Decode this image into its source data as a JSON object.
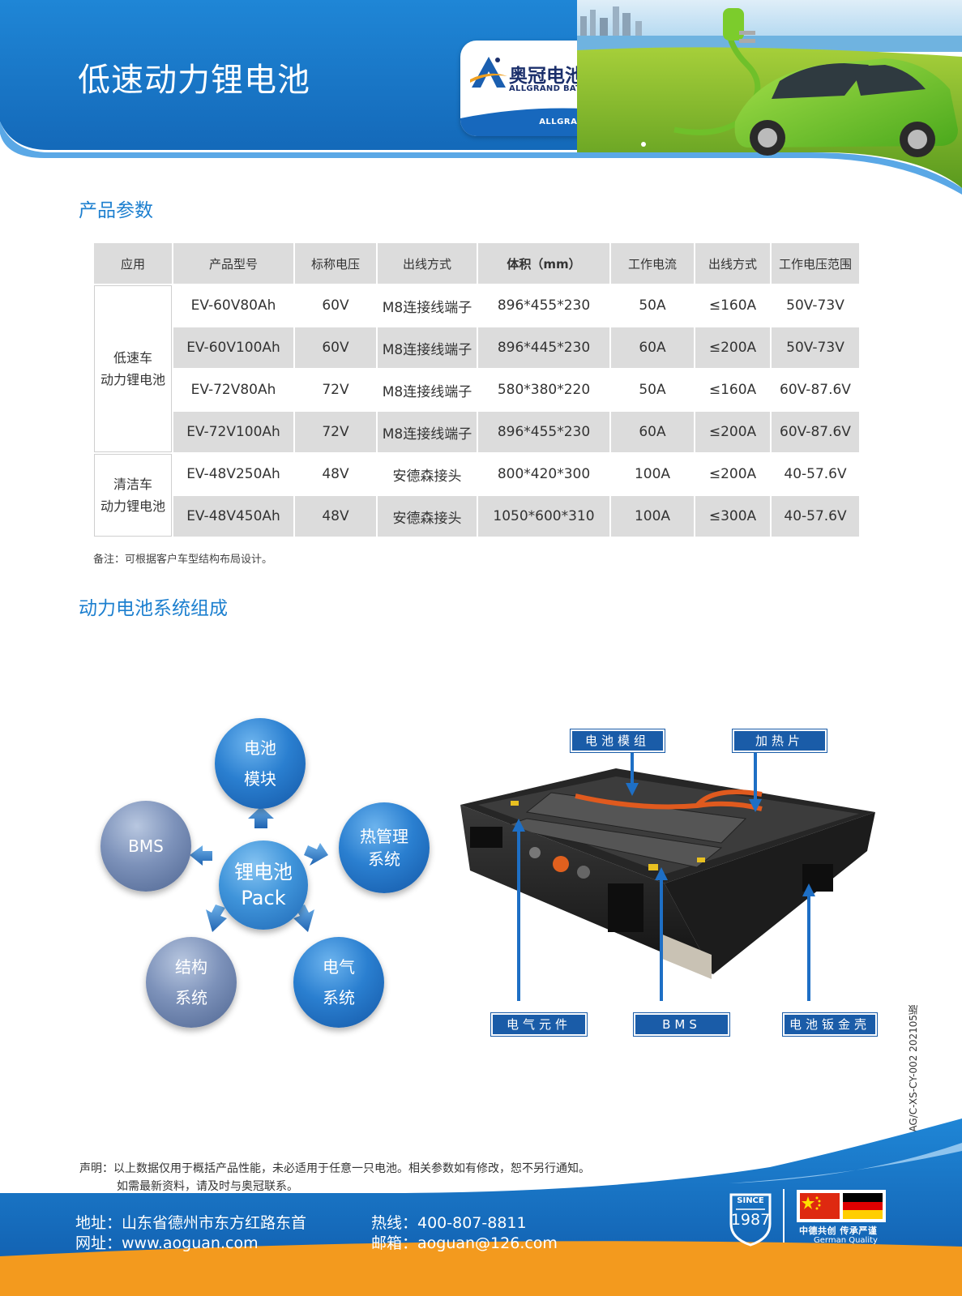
{
  "header": {
    "title": "低速动力锂电池",
    "logo_cn": "奥冠电池",
    "logo_en": "ALLGRAND BATTERY",
    "logo_band": "ALLGRAND"
  },
  "params": {
    "section_title": "产品参数",
    "columns": [
      "应用",
      "产品型号",
      "标称电压",
      "出线方式",
      "体积（mm）",
      "工作电流",
      "出线方式",
      "工作电压范围"
    ],
    "groups": [
      {
        "application": [
          "低速车",
          "动力锂电池"
        ]
      },
      {
        "application": [
          "清洁车",
          "动力锂电池"
        ]
      }
    ],
    "rows": [
      [
        "EV-60V80Ah",
        "60V",
        "M8连接线端子",
        "896*455*230",
        "50A",
        "≤160A",
        "50V-73V"
      ],
      [
        "EV-60V100Ah",
        "60V",
        "M8连接线端子",
        "896*445*230",
        "60A",
        "≤200A",
        "50V-73V"
      ],
      [
        "EV-72V80Ah",
        "72V",
        "M8连接线端子",
        "580*380*220",
        "50A",
        "≤160A",
        "60V-87.6V"
      ],
      [
        "EV-72V100Ah",
        "72V",
        "M8连接线端子",
        "896*455*230",
        "60A",
        "≤200A",
        "60V-87.6V"
      ],
      [
        "EV-48V250Ah",
        "48V",
        "安德森接头",
        "800*420*300",
        "100A",
        "≤200A",
        "40-57.6V"
      ],
      [
        "EV-48V450Ah",
        "48V",
        "安德森接头",
        "1050*600*310",
        "100A",
        "≤300A",
        "40-57.6V"
      ]
    ],
    "note": "备注：可根据客户车型结构布局设计。"
  },
  "system": {
    "section_title": "动力电池系统组成",
    "center": [
      "锂电池",
      "Pack"
    ],
    "nodes": {
      "module": [
        "电池",
        "模块"
      ],
      "thermal": [
        "热管理",
        "系统"
      ],
      "electric": [
        "电气",
        "系统"
      ],
      "structure": [
        "结构",
        "系统"
      ],
      "bms": [
        "BMS"
      ]
    },
    "tags": {
      "module": "电池模组",
      "heater": "加热片",
      "electrical": "电气元件",
      "bms": "BMS",
      "shell": "电池钣金壳"
    }
  },
  "doc_code": "AG/C-XS-CY-002 202105版",
  "declaration": [
    "声明：以上数据仅用于概括产品性能，未必适用于任意一只电池。相关参数如有修改，恕不另行通知。",
    "如需最新资料，请及时与奥冠联系。"
  ],
  "footer": {
    "address": "地址：山东省德州市东方红路东首",
    "website": "网址：www.aoguan.com",
    "hotline": "热线：400-807-8811",
    "email": "邮箱：aoguan@126.com",
    "since_label": "SINCE",
    "since_year": "1987",
    "quality_cn": "中德共创  传承严谨",
    "quality_en": "German Quality"
  },
  "colors": {
    "brand_blue": "#1c7fcf",
    "header_blue": "#1e7fd0",
    "footer_orange": "#f39a1e",
    "tag_blue": "#1a5ca8"
  }
}
